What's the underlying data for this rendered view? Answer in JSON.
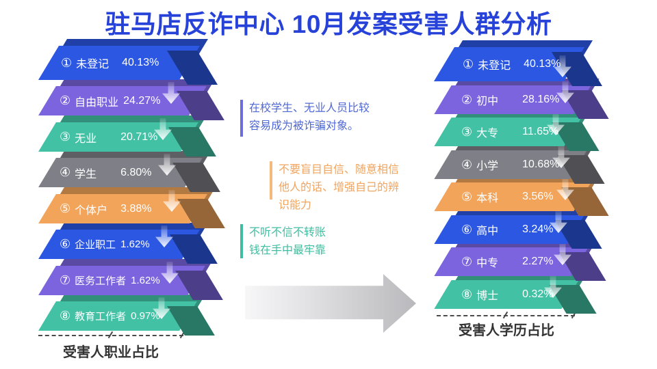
{
  "title": "驻马店反诈中心 10月发案受害人群分析",
  "colors": {
    "title": "#2742d9",
    "blue": "#2b57e3",
    "purple": "#7b64dd",
    "teal": "#42c1a5",
    "gray": "#7f7f88",
    "orange": "#f2a45b",
    "caption": "#333333",
    "big_arrow_gray": "#b9b9bd"
  },
  "chart_data": [
    {
      "type": "bar",
      "title": "受害人职业占比",
      "unit": "%",
      "categories": [
        "未登记",
        "自由职业",
        "无业",
        "学生",
        "个体户",
        "企业职工",
        "医务工作者",
        "教育工作者"
      ],
      "values": [
        40.13,
        24.27,
        20.71,
        6.8,
        3.88,
        1.62,
        1.62,
        0.97
      ]
    },
    {
      "type": "bar",
      "title": "受害人学历占比",
      "unit": "%",
      "categories": [
        "未登记",
        "初中",
        "大专",
        "小学",
        "本科",
        "高中",
        "中专",
        "博士"
      ],
      "values": [
        40.13,
        28.16,
        11.65,
        10.68,
        3.56,
        3.24,
        2.27,
        0.32
      ]
    }
  ],
  "left_stack": {
    "label": "受害人职业占比",
    "items": [
      {
        "num": "①",
        "name": "未登记",
        "pct": "40.13%",
        "color": "#2b57e3"
      },
      {
        "num": "②",
        "name": "自由职业",
        "pct": "24.27%",
        "color": "#7b64dd"
      },
      {
        "num": "③",
        "name": "无业",
        "pct": "20.71%",
        "color": "#42c1a5"
      },
      {
        "num": "④",
        "name": "学生",
        "pct": "6.80%",
        "color": "#7f7f88"
      },
      {
        "num": "⑤",
        "name": "个体户",
        "pct": "3.88%",
        "color": "#f2a45b"
      },
      {
        "num": "⑥",
        "name": "企业职工",
        "pct": "1.62%",
        "color": "#2b57e3"
      },
      {
        "num": "⑦",
        "name": "医务工作者",
        "pct": "1.62%",
        "color": "#7b64dd"
      },
      {
        "num": "⑧",
        "name": "教育工作者",
        "pct": "0.97%",
        "color": "#42c1a5"
      }
    ]
  },
  "right_stack": {
    "label": "受害人学历占比",
    "items": [
      {
        "num": "①",
        "name": "未登记",
        "pct": "40.13%",
        "color": "#2b57e3"
      },
      {
        "num": "②",
        "name": "初中",
        "pct": "28.16%",
        "color": "#7b64dd"
      },
      {
        "num": "③",
        "name": "大专",
        "pct": "11.65%",
        "color": "#42c1a5"
      },
      {
        "num": "④",
        "name": "小学",
        "pct": "10.68%",
        "color": "#7f7f88"
      },
      {
        "num": "⑤",
        "name": "本科",
        "pct": "3.56%",
        "color": "#f2a45b"
      },
      {
        "num": "⑥",
        "name": "高中",
        "pct": "3.24%",
        "color": "#2b57e3"
      },
      {
        "num": "⑦",
        "name": "中专",
        "pct": "2.27%",
        "color": "#7b64dd"
      },
      {
        "num": "⑧",
        "name": "博士",
        "pct": "0.32%",
        "color": "#42c1a5"
      }
    ]
  },
  "notes": [
    {
      "lines": [
        "在校学生、无业人员比较",
        "容易成为被诈骗对象。"
      ],
      "color": "#5068d4",
      "bar": "#6c6cdb"
    },
    {
      "lines": [
        "不要盲目自信、随意相信",
        "他人的话、增强自己的辨",
        "识能力"
      ],
      "color": "#f0a45f",
      "bar": "#f5b97e"
    },
    {
      "lines": [
        "不听不信不转账",
        "钱在手中最牢靠"
      ],
      "color": "#3fbda0",
      "bar": "#3fbda0"
    }
  ]
}
